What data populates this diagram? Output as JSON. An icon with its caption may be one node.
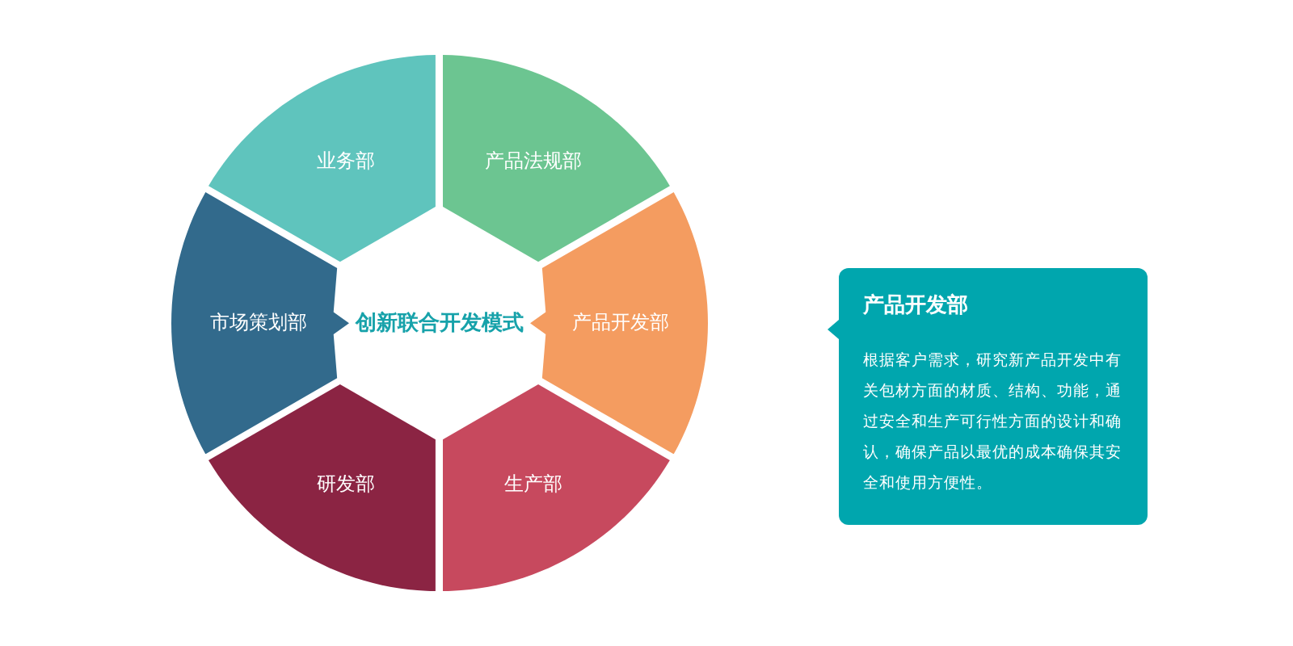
{
  "diagram": {
    "nodes": [
      {
        "text": [
          "业务部"
        ]
      },
      {
        "text": [
          "产品法规部"
        ]
      },
      {
        "text": [
          "市场策划部"
        ]
      },
      {
        "text": [
          "创新联合开发模式"
        ]
      },
      {
        "text": [
          "产品开发部"
        ]
      },
      {
        "text": [
          "研发部"
        ]
      },
      {
        "text": [
          "生产部"
        ]
      },
      {
        "text": [
          "产品开发部",
          "根据客户需求，研究新产品开发中有关包材方面的材质、结构、功能，通过安全和生产可行性方面的设计和确认，确保产品以最优的成本确保其安全和使用方便性。"
        ]
      }
    ]
  }
}
